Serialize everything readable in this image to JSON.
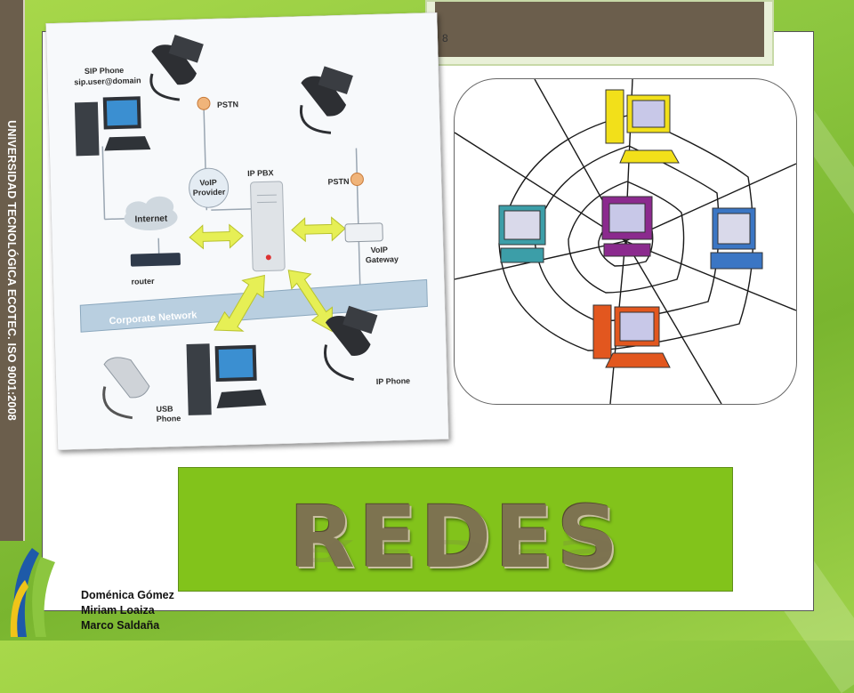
{
  "sidebar": {
    "institution": "UNIVERSIDAD TECNOLÓGICA ECOTEC. ISO 9001:2008"
  },
  "header": {
    "page_number": "8"
  },
  "voip_diagram": {
    "labels": {
      "sip_phone": "SIP Phone",
      "sip_user": "sip.user@domain",
      "pstn_left": "PSTN",
      "pstn_right": "PSTN",
      "voip_provider_1": "VoIP",
      "voip_provider_2": "Provider",
      "internet": "Internet",
      "ip_pbx": "IP PBX",
      "router": "router",
      "voip_gateway_1": "VoIP",
      "voip_gateway_2": "Gateway",
      "corporate_network": "Corporate Network",
      "usb_phone_1": "USB",
      "usb_phone_2": "Phone",
      "ip_phone": "IP Phone"
    }
  },
  "title": {
    "text": "REDES"
  },
  "authors": [
    "Doménica Gómez",
    "Miriam Loaiza",
    "Marco Saldaña"
  ],
  "colors": {
    "accent_green": "#82c31b",
    "band_brown": "#6b5e4c",
    "title_text": "#7d7350"
  }
}
